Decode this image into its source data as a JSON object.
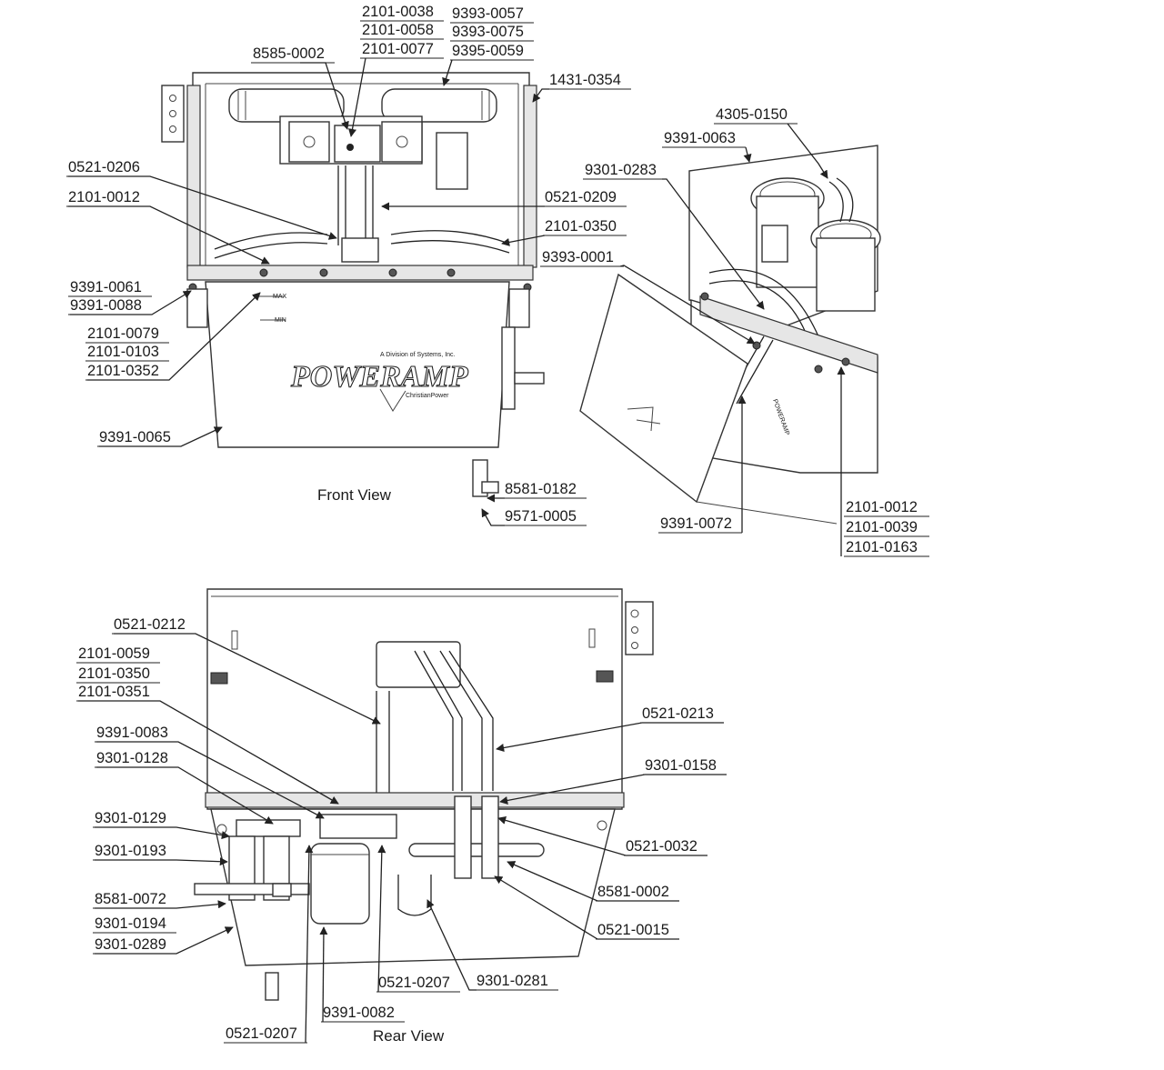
{
  "views": {
    "front": {
      "title": "Front View"
    },
    "rear": {
      "title": "Rear View"
    }
  },
  "brand": {
    "logo_text": "POWERAMP",
    "small_top": "A Division of Systems, Inc.",
    "small_bottom": "ChristianPower"
  },
  "part_labels": {
    "p2101_0038": "2101-0038",
    "p2101_0058": "2101-0058",
    "p2101_0077": "2101-0077",
    "p9393_0057": "9393-0057",
    "p9393_0075": "9393-0075",
    "p9395_0059": "9395-0059",
    "p8585_0002": "8585-0002",
    "p1431_0354": "1431-0354",
    "p0521_0206": "0521-0206",
    "p2101_0012a": "2101-0012",
    "p0521_0209": "0521-0209",
    "p2101_0350a": "2101-0350",
    "p9393_0001": "9393-0001",
    "p9391_0061": "9391-0061",
    "p9391_0088": "9391-0088",
    "p2101_0079": "2101-0079",
    "p2101_0103": "2101-0103",
    "p2101_0352": "2101-0352",
    "p9391_0065": "9391-0065",
    "p8581_0182": "8581-0182",
    "p9571_0005": "9571-0005",
    "p4305_0150": "4305-0150",
    "p9391_0063": "9391-0063",
    "p9301_0283": "9301-0283",
    "p9391_0072": "9391-0072",
    "p2101_0012b": "2101-0012",
    "p2101_0039": "2101-0039",
    "p2101_0163": "2101-0163",
    "p0521_0212": "0521-0212",
    "p2101_0059": "2101-0059",
    "p2101_0350b": "2101-0350",
    "p2101_0351": "2101-0351",
    "p9391_0083": "9391-0083",
    "p9301_0128": "9301-0128",
    "p9301_0129": "9301-0129",
    "p9301_0193": "9301-0193",
    "p8581_0072": "8581-0072",
    "p9301_0194": "9301-0194",
    "p9301_0289": "9301-0289",
    "p0521_0207a": "0521-0207",
    "p9391_0082": "9391-0082",
    "p0521_0207b": "0521-0207",
    "p9301_0281": "9301-0281",
    "p0521_0213": "0521-0213",
    "p9301_0158": "9301-0158",
    "p0521_0032": "0521-0032",
    "p8581_0002": "8581-0002",
    "p0521_0015": "0521-0015"
  },
  "colors": {
    "line": "#222222",
    "panel": "#ffffff",
    "shade": "#e6e6e6"
  }
}
